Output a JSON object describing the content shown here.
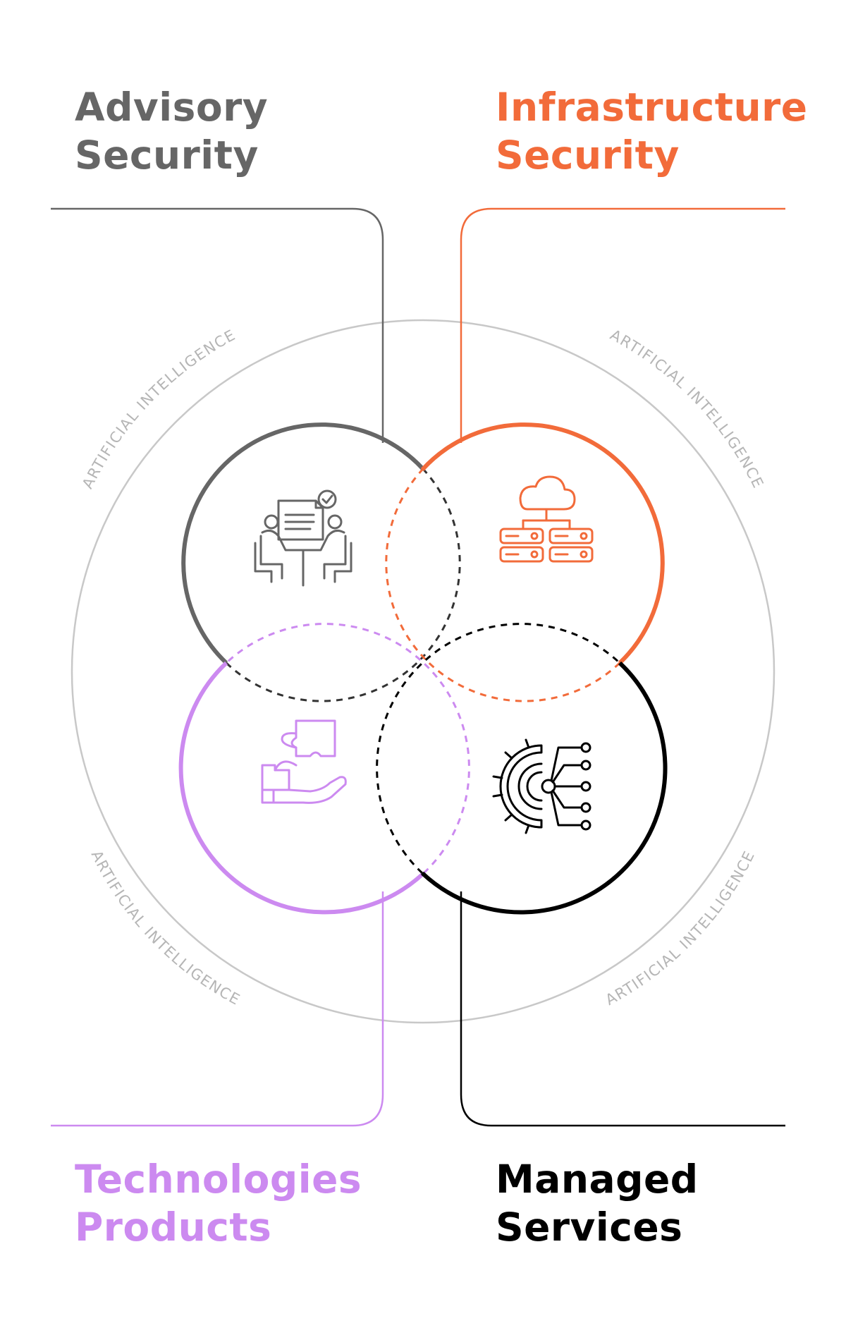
{
  "quadrants": {
    "advisory": {
      "line1": "Advisory",
      "line2": "Security",
      "color": "#666666"
    },
    "infrastructure": {
      "line1": "Infrastructure",
      "line2": "Security",
      "color": "#f26b3a"
    },
    "technologies": {
      "line1": "Technologies",
      "line2": "Products",
      "color": "#cc8af0"
    },
    "managed": {
      "line1": "Managed",
      "line2": "Services",
      "color": "#000000"
    }
  },
  "ring": {
    "label": "ARTIFICIAL INTELLIGENCE",
    "color": "#c8c8c8"
  },
  "icons": {
    "advisory": "meeting-document-icon",
    "infrastructure": "cloud-servers-icon",
    "technologies": "puzzle-hand-icon",
    "managed": "gear-network-icon"
  }
}
